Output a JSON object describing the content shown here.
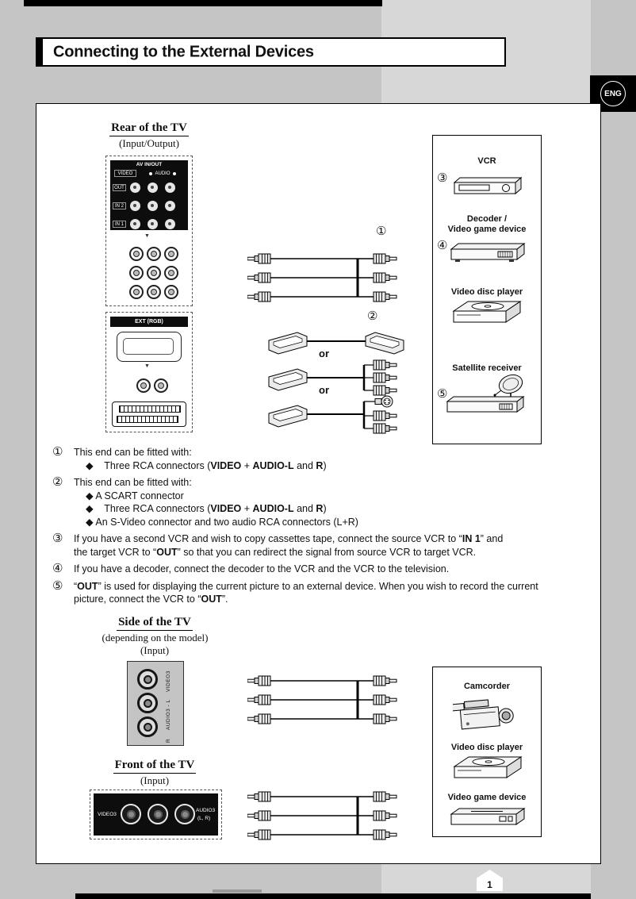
{
  "page": {
    "title": "Connecting to the External Devices",
    "lang_badge": "ENG",
    "page_number": "1"
  },
  "rear": {
    "heading": "Rear of the TV",
    "subheading": "(Input/Output)",
    "panel": {
      "header": "AV IN/OUT",
      "video": "VIDEO",
      "audio": "AUDIO",
      "row1": "OUT",
      "row2": "IN 2",
      "row3": "IN 1"
    },
    "ext_header": "EXT (RGB)",
    "callout_1": "①",
    "callout_2": "②",
    "or1": "or",
    "or2": "or"
  },
  "devices_rear": {
    "vcr_num": "③",
    "vcr_label": "VCR",
    "decoder_num": "④",
    "decoder_label_1": "Decoder /",
    "decoder_label_2": "Video game device",
    "disc_label": "Video disc player",
    "satellite_num": "⑤",
    "satellite_label": "Satellite receiver"
  },
  "notes": {
    "n1_num": "①",
    "n1_l1": "This end can be fitted with:",
    "n1_l2": [
      {
        "t": "◆    Three RCA connectors ("
      },
      {
        "t": "VIDEO",
        "b": 1
      },
      {
        "t": " + "
      },
      {
        "t": "AUDIO-L",
        "b": 1
      },
      {
        "t": " and "
      },
      {
        "t": "R",
        "b": 1
      },
      {
        "t": ")"
      }
    ],
    "n2_num": "②",
    "n2_l1": "This end can be fitted with:",
    "n2_l2": "◆ A SCART connector",
    "n2_l3": [
      {
        "t": "◆    Three RCA connectors ("
      },
      {
        "t": "VIDEO",
        "b": 1
      },
      {
        "t": " + "
      },
      {
        "t": "AUDIO-L",
        "b": 1
      },
      {
        "t": " and "
      },
      {
        "t": "R",
        "b": 1
      },
      {
        "t": ")"
      }
    ],
    "n2_l4": "◆ An S-Video connector and two audio RCA connectors (L+R)",
    "n3_num": "③",
    "n3_l1": [
      {
        "t": "If you have a second VCR and wish to copy cassettes tape, connect the source VCR to “"
      },
      {
        "t": "IN 1",
        "b": 1
      },
      {
        "t": "” and"
      }
    ],
    "n3_l2": [
      {
        "t": "the target VCR to “"
      },
      {
        "t": "OUT",
        "b": 1
      },
      {
        "t": "” so that you can redirect the signal from source VCR to target VCR."
      }
    ],
    "n4_num": "④",
    "n4_l1": "If you have a decoder, connect the decoder to the VCR and the VCR to the television.",
    "n5_num": "⑤",
    "n5_l1": [
      {
        "t": "“"
      },
      {
        "t": "OUT",
        "b": 1
      },
      {
        "t": "” is used for displaying the current picture to an external device. When you wish to record the current"
      }
    ],
    "n5_l2": [
      {
        "t": "picture, connect the VCR to “"
      },
      {
        "t": "OUT",
        "b": 1
      },
      {
        "t": "”."
      }
    ]
  },
  "side": {
    "heading": "Side of the TV",
    "subheading": "(depending on the model)",
    "subheading2": "(Input)",
    "panel_video": "VIDEO3",
    "panel_audio_l": "AUDIO3 - L",
    "panel_r": "R"
  },
  "devices_side": {
    "camcorder_label": "Camcorder",
    "disc_label": "Video disc player",
    "game_label": "Video game device"
  },
  "front": {
    "heading": "Front of the TV",
    "subheading": "(Input)",
    "panel_video": "VIDEO3",
    "panel_audio": "AUDIO3",
    "panel_audio_sub": "(L, R)"
  }
}
